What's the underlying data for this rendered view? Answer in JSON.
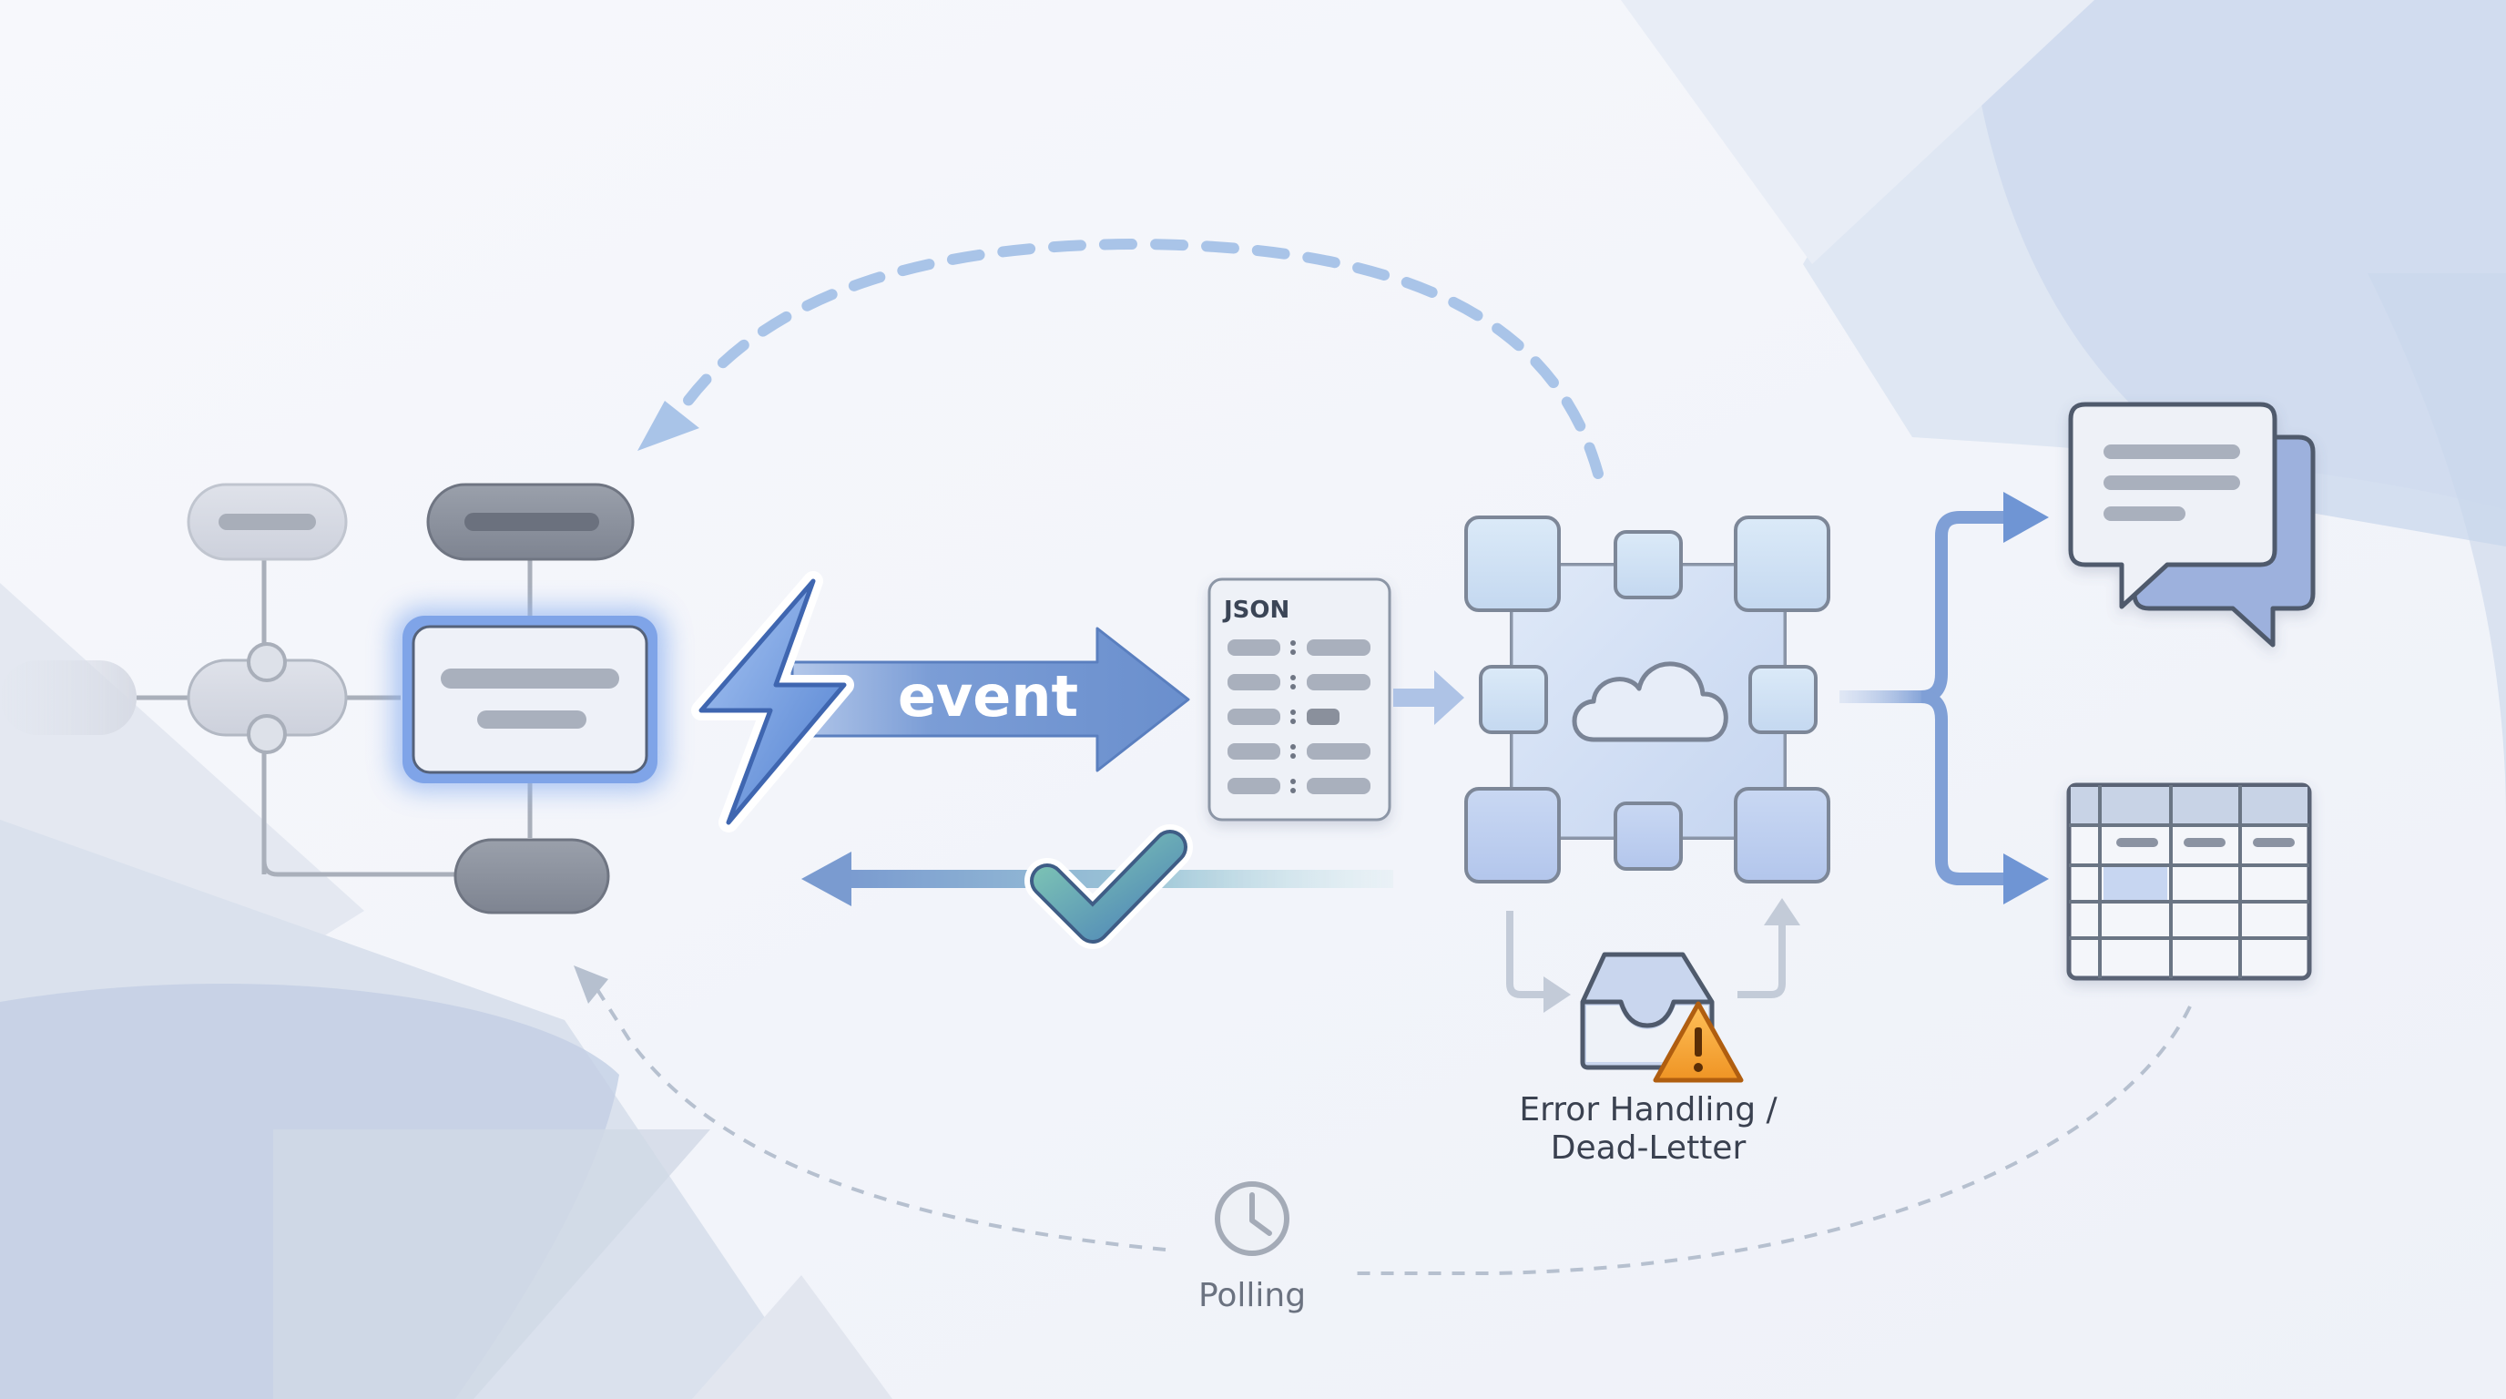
{
  "diagram": {
    "labels": {
      "event": "event",
      "json": "JSON",
      "error_line1": "Error Handling /",
      "error_line2": "Dead-Letter",
      "polling": "Polling"
    },
    "icons": [
      "lightning-icon",
      "checkmark-icon",
      "cloud-icon",
      "warning-icon",
      "inbox-tray-icon",
      "clock-icon",
      "chat-bubble-icon",
      "table-icon"
    ],
    "colors": {
      "accent_blue": "#6f95d4",
      "event_arrow": "#6a8fcd",
      "check_green": "#5fb0a0",
      "warning_orange": "#f0a030",
      "node_gray": "#8a909c",
      "dashed_flow": "#a9c4e8"
    }
  }
}
